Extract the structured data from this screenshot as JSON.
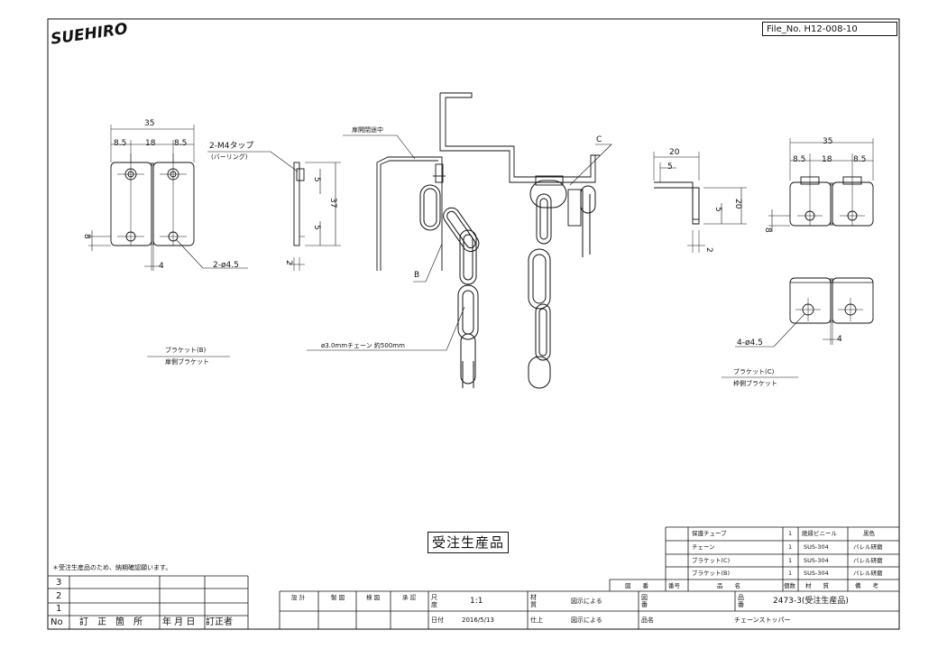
{
  "header": {
    "logo": "SUEHIRO",
    "file_no": "File_No. H12-008-10"
  },
  "bracket_b": {
    "dims": {
      "width": "35",
      "left": "8.5",
      "middle": "18",
      "right": "8.5",
      "hole_row": "8",
      "thickness_gap": "4"
    },
    "hole_label": "2-ø4.5",
    "tap_label": "2-M4タップ",
    "tap_note": "(バーリング)",
    "side_dims": {
      "d1": "5",
      "d2": "37",
      "d3": "5",
      "t": "2"
    },
    "title": "ブラケット(B)",
    "subtitle": "扉側ブラケット"
  },
  "center": {
    "door_label": "扉開閉途中",
    "label_c": "C",
    "label_b": "B",
    "chain_label": "ø3.0mmチェーン 約500mm"
  },
  "bracket_c": {
    "side_dims": {
      "top": "20",
      "top_inner": "5",
      "height": "20",
      "hole": "5",
      "t": "2"
    },
    "dims": {
      "width": "35",
      "left": "8.5",
      "middle": "18",
      "right": "8.5",
      "hole_row": "8",
      "gap": "4"
    },
    "hole_label": "4-ø4.5",
    "title": "ブラケット(C)",
    "subtitle": "枠側ブラケット"
  },
  "order_stamp": "受注生産品",
  "note": "＊受注生産品のため、納期確認願います。",
  "revision_block": {
    "rows": [
      "3",
      "2",
      "1"
    ],
    "headers": [
      "No",
      "訂　正　箇　所",
      "年 月 日",
      "訂正者"
    ]
  },
  "approval": [
    "設 計",
    "製 図",
    "検 図",
    "承 認"
  ],
  "parts_list": {
    "rows": [
      {
        "name": "保護チューブ",
        "qty": "1",
        "material": "絶縁ビニール",
        "note": "黒色"
      },
      {
        "name": "チェーン",
        "qty": "1",
        "material": "SUS-304",
        "note": "バレル研磨"
      },
      {
        "name": "ブラケット(C)",
        "qty": "1",
        "material": "SUS-304",
        "note": "バレル研磨"
      },
      {
        "name": "ブラケット(B)",
        "qty": "1",
        "material": "SUS-304",
        "note": "バレル研磨"
      }
    ],
    "headers": [
      "図　　番",
      "番号",
      "品　　名",
      "個数",
      "材　　質",
      "備　　考"
    ]
  },
  "title_block": {
    "scale_label": "尺度",
    "scale": "1:1",
    "date_label": "日付",
    "date": "2016/5/13",
    "material_label": "材質",
    "material": "図示による",
    "finish_label": "仕上",
    "finish": "図示による",
    "drawing_no_label": "図番",
    "product_no_label": "品番",
    "product_no": "2473-3(受注生産品)",
    "product_name_label": "品名",
    "product_name": "チェーンストッパー"
  }
}
